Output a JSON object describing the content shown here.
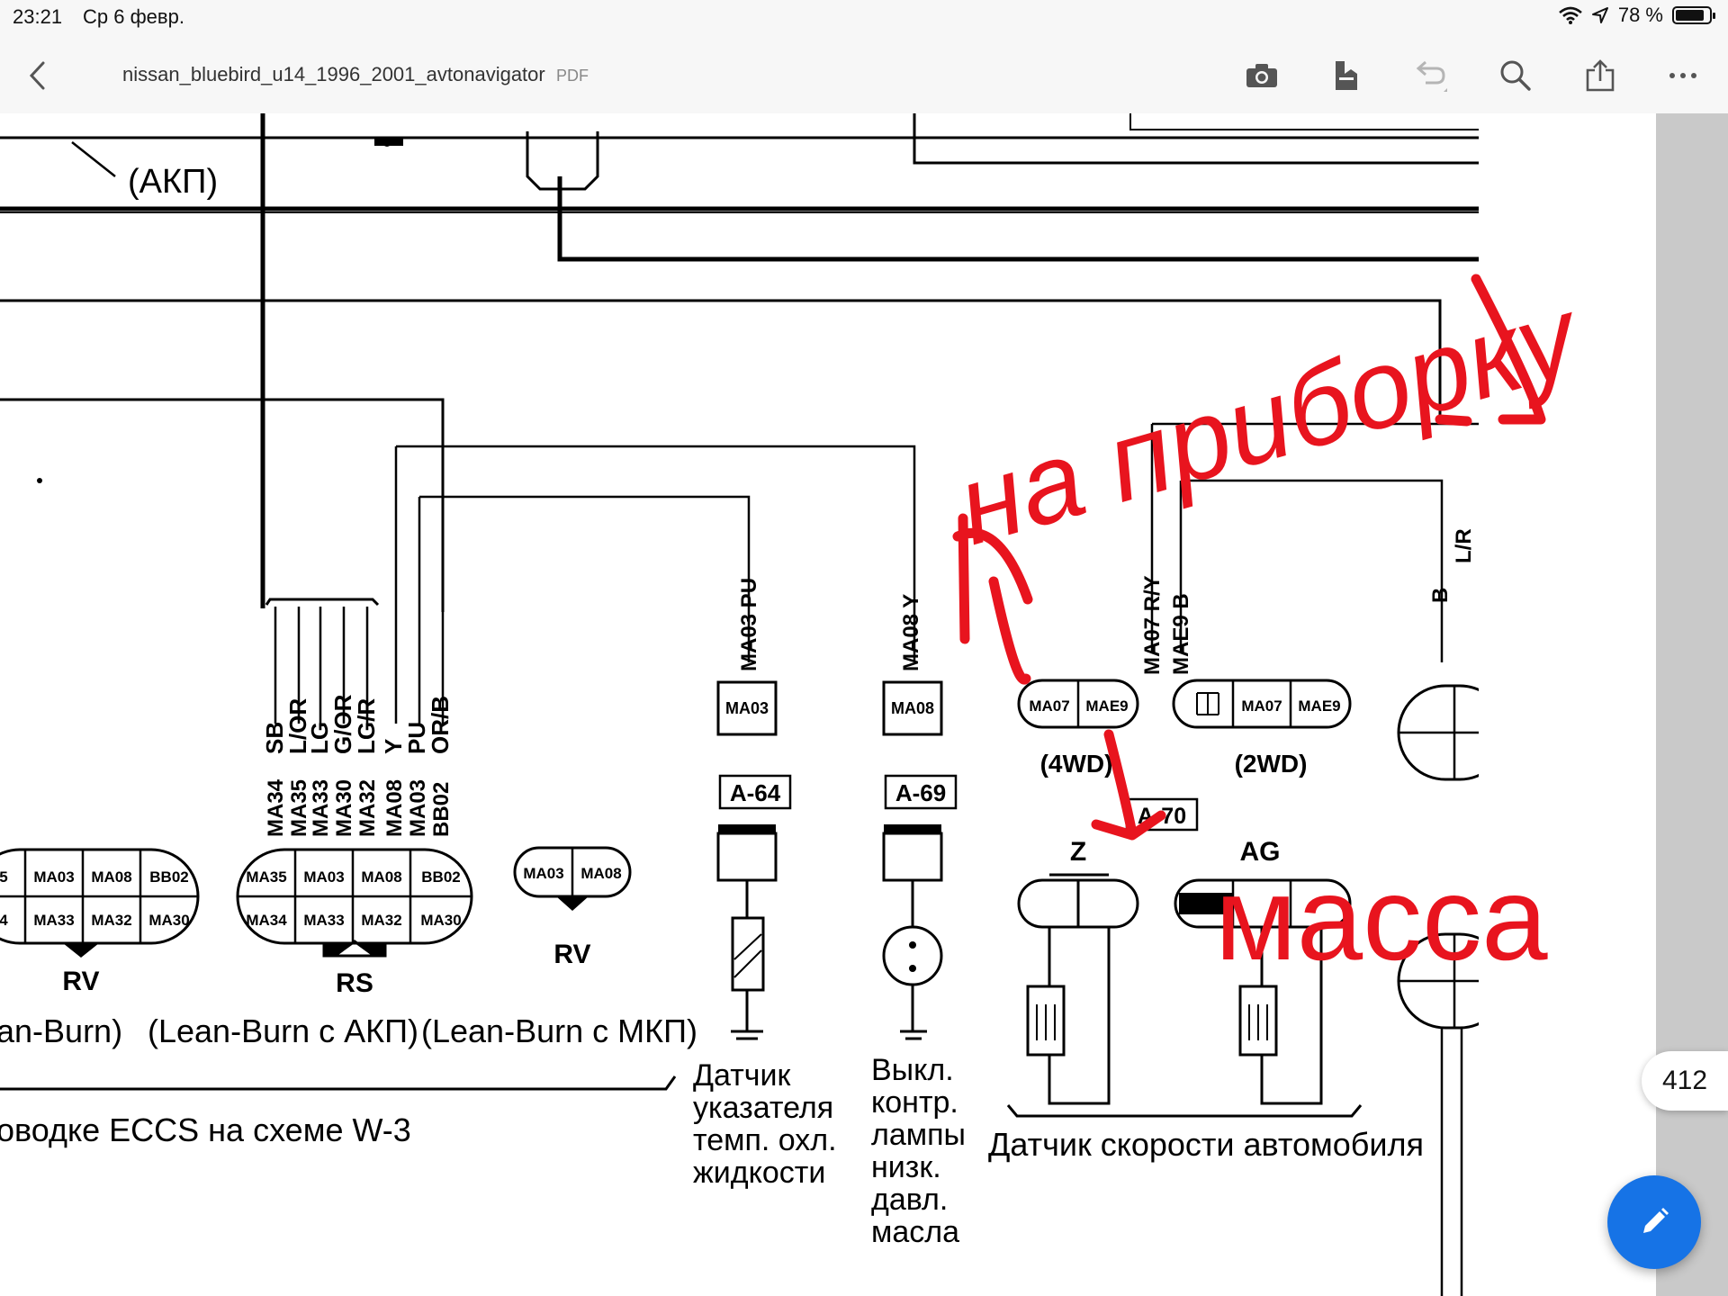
{
  "status_bar": {
    "time": "23:21",
    "date": "Ср 6 февр.",
    "battery": "78 %",
    "battery_level": 0.78
  },
  "toolbar": {
    "doc_title": "nissan_bluebird_u14_1996_2001_avtonavigator",
    "doc_type": "PDF",
    "icons": [
      "back-icon",
      "camera-icon",
      "bookmark-icon",
      "undo-icon",
      "search-icon",
      "share-icon",
      "more-icon"
    ]
  },
  "page_number": "412",
  "annotations": {
    "handwritten_top": "на приборку",
    "handwritten_bottom": "масса",
    "color": "#e8141e"
  },
  "diagram": {
    "akp_label": "(АКП)",
    "wire_labels": [
      "SB",
      "L/OR",
      "LG",
      "G/OR",
      "LG/R",
      "Y",
      "PU",
      "OR/B"
    ],
    "connector_labels": [
      "MA34",
      "MA35",
      "MA33",
      "MA30",
      "MA32",
      "MA08",
      "MA03",
      "BB02"
    ],
    "right_wire_labels": {
      "ma07": "MA07 R/Y",
      "mae9": "MAE9 B",
      "ma03": "MA03 PU",
      "ma08": "MA08 Y",
      "right_b": "B",
      "right_lr": "L/R"
    },
    "blocks": {
      "rv_left": {
        "cells_top": [
          "5",
          "MA03",
          "MA08",
          "BB02"
        ],
        "cells_bottom": [
          "4",
          "MA33",
          "MA32",
          "MA30"
        ],
        "name": "RV"
      },
      "rs": {
        "cells_top": [
          "MA35",
          "MA03",
          "MA08",
          "BB02"
        ],
        "cells_bottom": [
          "MA34",
          "MA33",
          "MA32",
          "MA30"
        ],
        "name": "RS"
      },
      "rv_right": {
        "cells": [
          "MA03",
          "MA08"
        ],
        "name": "RV"
      },
      "ma03_box": "MA03",
      "ma08_box": "MA08",
      "a64": "A-64",
      "a69": "A-69",
      "a70": "A-70",
      "c4wd": {
        "cells": [
          "MA07",
          "MAE9"
        ],
        "name": "(4WD)"
      },
      "c2wd": {
        "cells": [
          "MA07",
          "MAE9"
        ],
        "name": "(2WD)"
      },
      "z": "Z",
      "ag": "AG"
    },
    "captions": {
      "lean_burn": "an-Burn)",
      "lean_burn_akp": "(Lean-Burn с АКП)",
      "lean_burn_mkp": "(Lean-Burn с МКП)",
      "eccs": "оводке ECCS на схеме W-3",
      "temp_sensor": [
        "Датчик",
        "указателя",
        "темп. охл.",
        "жидкости"
      ],
      "oil_switch": [
        "Выкл.",
        "контр.",
        "лампы",
        "низк.",
        "давл.",
        "масла"
      ],
      "speed_sensor": "Датчик скорости автомобиля"
    }
  }
}
